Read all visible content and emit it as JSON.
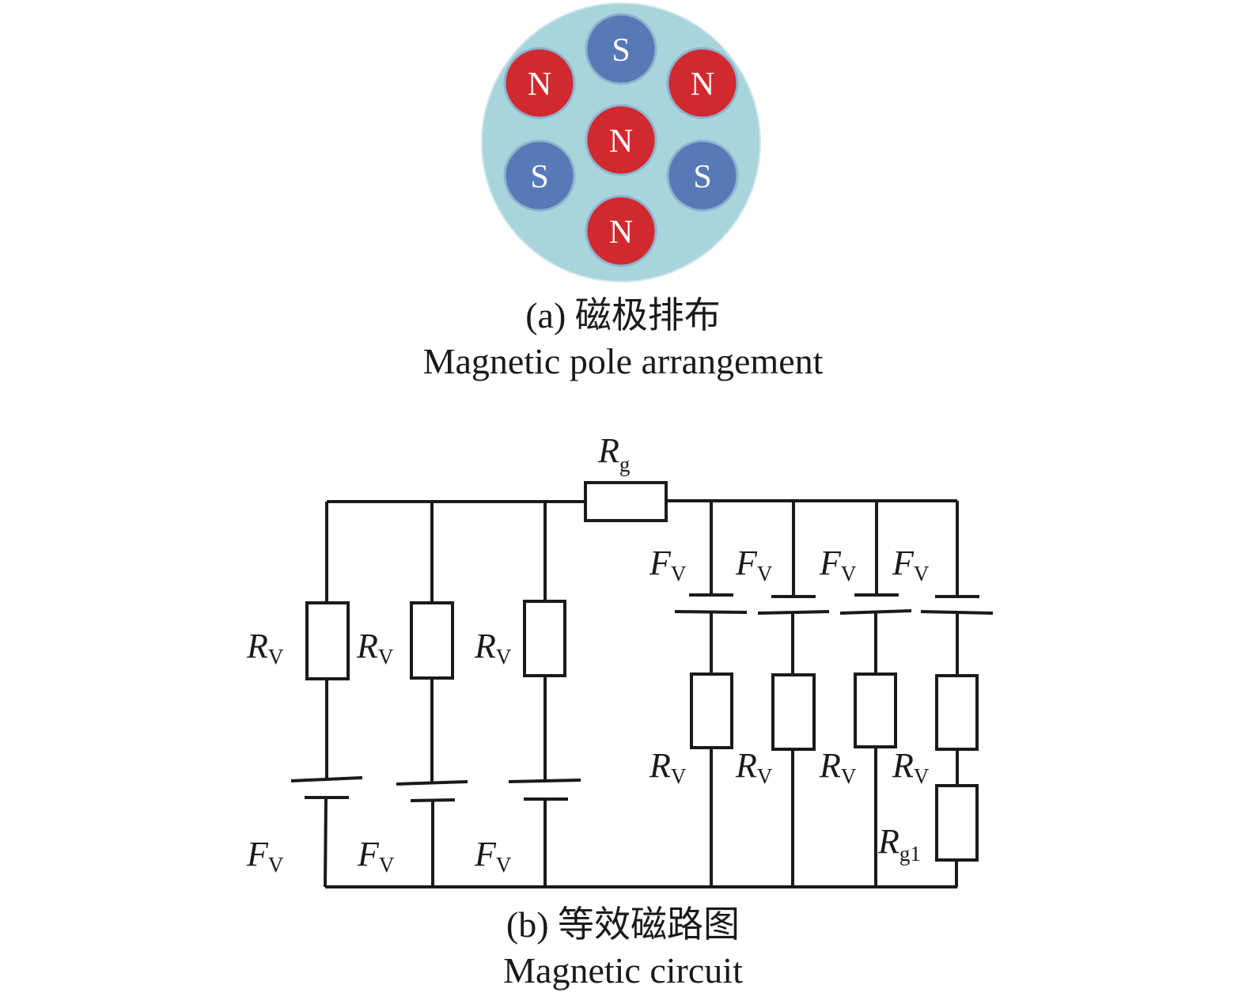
{
  "panel_a": {
    "caption_cn": "(a) 磁极排布",
    "caption_en": "Magnetic pole arrangement",
    "colors": {
      "disk": "#a8d4dc",
      "north": "#d02a2f",
      "south": "#5779b6",
      "pole_text": "#ffffff"
    },
    "poles": [
      {
        "label": "S"
      },
      {
        "label": "N"
      },
      {
        "label": "N"
      },
      {
        "label": "N"
      },
      {
        "label": "S"
      },
      {
        "label": "S"
      },
      {
        "label": "N"
      }
    ]
  },
  "panel_b": {
    "caption_cn": "(b) 等效磁路图",
    "caption_en": "Magnetic circuit",
    "symbol_R": "R",
    "symbol_F": "F",
    "sub_V": "V",
    "sub_g": "g",
    "sub_g1": "g1"
  }
}
